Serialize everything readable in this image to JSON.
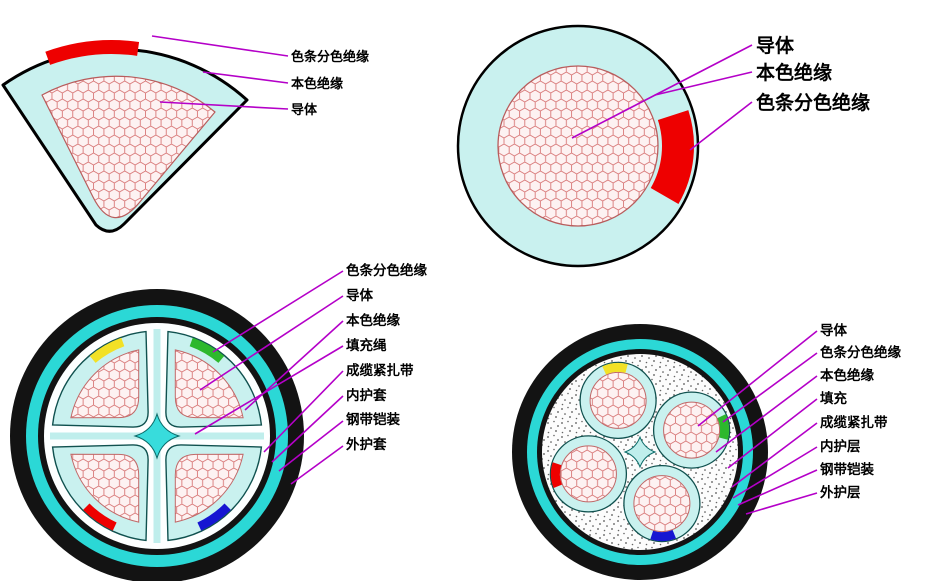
{
  "colors": {
    "insulation_cyan": "#c9f1ef",
    "armor_cyan": "#2bd8d6",
    "sheath_black": "#131313",
    "hatch_red": "#d87878",
    "stripe_red": "#ee0000",
    "stripe_yellow": "#f2e126",
    "stripe_green": "#2db82d",
    "stripe_blue": "#1616d2",
    "leader_magenta": "#b400c8"
  },
  "sector_core": {
    "labels": {
      "stripe": "色条分色绝缘",
      "insulation": "本色绝缘",
      "conductor": "导体"
    }
  },
  "round_core": {
    "labels": {
      "conductor": "导体",
      "insulation": "本色绝缘",
      "stripe": "色条分色绝缘"
    }
  },
  "sector_cable": {
    "labels": {
      "stripe": "色条分色绝缘",
      "conductor": "导体",
      "insulation": "本色绝缘",
      "filler_rope": "填充绳",
      "binding_tape": "成缆紧扎带",
      "inner_sheath": "内护套",
      "steel_armor": "钢带铠装",
      "outer_sheath": "外护套"
    }
  },
  "round_cable": {
    "labels": {
      "conductor": "导体",
      "stripe": "色条分色绝缘",
      "insulation": "本色绝缘",
      "filler": "填充",
      "binding_tape": "成缆紧扎带",
      "inner_sheath": "内护层",
      "steel_armor": "钢带铠装",
      "outer_sheath": "外护层"
    }
  }
}
